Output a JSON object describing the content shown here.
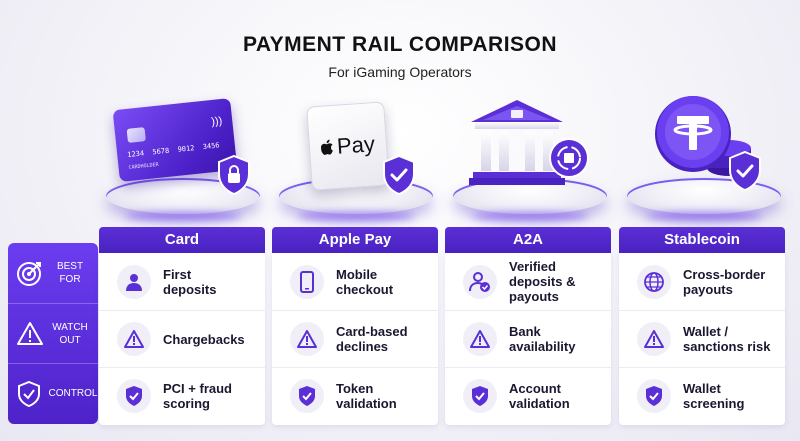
{
  "header": {
    "title": "PAYMENT RAIL COMPARISON",
    "subtitle": "For iGaming Operators"
  },
  "rows": [
    {
      "label_line1": "BEST",
      "label_line2": "FOR",
      "icon": "target-icon"
    },
    {
      "label_line1": "WATCH",
      "label_line2": "OUT",
      "icon": "warning-icon"
    },
    {
      "label_line1": "CONTROL",
      "label_line2": "",
      "icon": "shield-check-icon"
    }
  ],
  "card_illustration": {
    "number": "1234  5678  9012  3456",
    "holder": "CARDHOLDER"
  },
  "applepay_illustration": {
    "text": "Pay"
  },
  "columns": [
    {
      "name": "Card",
      "cells": [
        {
          "icon": "person-icon",
          "text": "First\ndeposits"
        },
        {
          "icon": "warning-icon",
          "text": "Chargebacks"
        },
        {
          "icon": "shield-check-icon",
          "text": "PCI + fraud\nscoring"
        }
      ]
    },
    {
      "name": "Apple Pay",
      "cells": [
        {
          "icon": "phone-icon",
          "text": "Mobile\ncheckout"
        },
        {
          "icon": "warning-icon",
          "text": "Card-based\ndeclines"
        },
        {
          "icon": "shield-check-icon",
          "text": "Token\nvalidation"
        }
      ]
    },
    {
      "name": "A2A",
      "cells": [
        {
          "icon": "verified-person-icon",
          "text": "Verified\ndeposits &\npayouts"
        },
        {
          "icon": "warning-icon",
          "text": "Bank\navailability"
        },
        {
          "icon": "shield-check-icon",
          "text": "Account\nvalidation"
        }
      ]
    },
    {
      "name": "Stablecoin",
      "cells": [
        {
          "icon": "globe-icon",
          "text": "Cross-border\npayouts"
        },
        {
          "icon": "warning-icon",
          "text": "Wallet /\nsanctions risk"
        },
        {
          "icon": "shield-check-icon",
          "text": "Wallet\nscreening"
        }
      ]
    }
  ],
  "colors": {
    "accent": "#5a2fd6",
    "accent_dark": "#4a22c0",
    "icon_bg": "#f0eef7",
    "text": "#1b1730"
  }
}
